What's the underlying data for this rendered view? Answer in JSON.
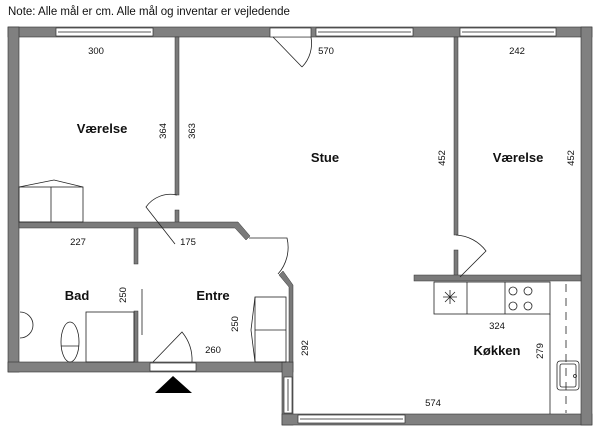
{
  "note": "Note: Alle mål er cm. Alle mål og inventar er vejledende",
  "rooms": {
    "bedroom_left": "Værelse",
    "living": "Stue",
    "bedroom_right": "Værelse",
    "bath": "Bad",
    "entrance": "Entre",
    "kitchen": "Køkken"
  },
  "dimensions": {
    "bedroom_left_width": "300",
    "living_width": "570",
    "bedroom_right_width": "242",
    "bedroom_left_depth": "364",
    "living_depth_left": "363",
    "living_depth_right": "452",
    "bedroom_right_depth": "452",
    "bath_width": "227",
    "entrance_width": "175",
    "bath_depth": "250",
    "entrance_depth": "250",
    "entrance_length": "260",
    "living_lower_depth": "292",
    "kitchen_counter": "324",
    "kitchen_depth": "279",
    "kitchen_width": "574"
  }
}
